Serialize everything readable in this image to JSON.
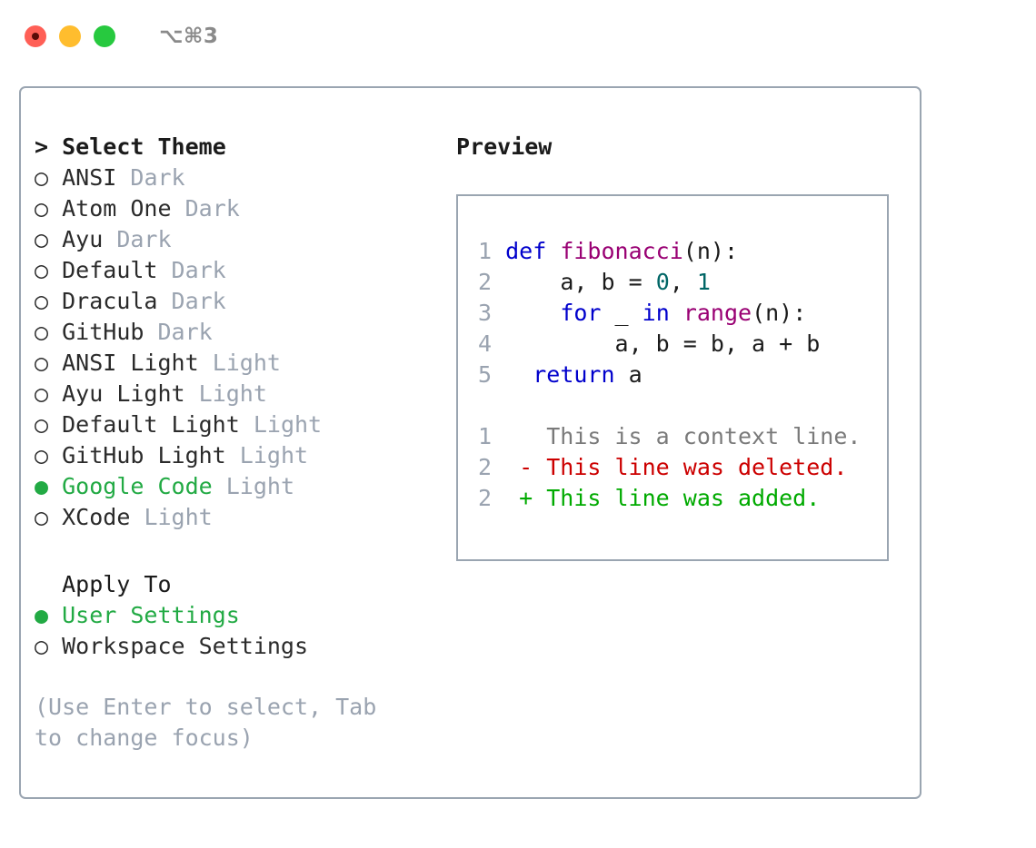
{
  "window": {
    "traffic_lights": [
      {
        "name": "close",
        "color": "#ff5f56"
      },
      {
        "name": "minimize",
        "color": "#ffbd2e"
      },
      {
        "name": "maximize",
        "color": "#27c93f"
      }
    ],
    "shortcut_label": "⌥⌘3"
  },
  "colors": {
    "accent_green": "#22aa44",
    "muted": "#9aa3b0",
    "border": "#9aa5b1",
    "keyword": "#0000cc",
    "function": "#990073",
    "number": "#006666",
    "plain": "#1b1b1b",
    "diff_context": "#7a7a7a",
    "diff_deleted": "#cc0000",
    "diff_added": "#00aa00"
  },
  "theme_picker": {
    "prompt_marker": ">",
    "title": "Select Theme",
    "unselected_marker": "○",
    "selected_marker": "●",
    "items": [
      {
        "name": "ANSI",
        "category": "Dark",
        "selected": false
      },
      {
        "name": "Atom One",
        "category": "Dark",
        "selected": false
      },
      {
        "name": "Ayu",
        "category": "Dark",
        "selected": false
      },
      {
        "name": "Default",
        "category": "Dark",
        "selected": false
      },
      {
        "name": "Dracula",
        "category": "Dark",
        "selected": false
      },
      {
        "name": "GitHub",
        "category": "Dark",
        "selected": false
      },
      {
        "name": "ANSI Light",
        "category": "Light",
        "selected": false
      },
      {
        "name": "Ayu Light",
        "category": "Light",
        "selected": false
      },
      {
        "name": "Default Light",
        "category": "Light",
        "selected": false
      },
      {
        "name": "GitHub Light",
        "category": "Light",
        "selected": false
      },
      {
        "name": "Google Code",
        "category": "Light",
        "selected": true
      },
      {
        "name": "XCode",
        "category": "Light",
        "selected": false
      }
    ]
  },
  "apply_to": {
    "title": "Apply To",
    "items": [
      {
        "name": "User Settings",
        "selected": true
      },
      {
        "name": "Workspace Settings",
        "selected": false
      }
    ]
  },
  "hint": "(Use Enter to select, Tab to change focus)",
  "preview": {
    "title": "Preview",
    "code_lines": [
      {
        "number": "1",
        "tokens": [
          {
            "t": "def ",
            "c": "kw"
          },
          {
            "t": "fibonacci",
            "c": "fn"
          },
          {
            "t": "(n):",
            "c": "pl"
          }
        ]
      },
      {
        "number": "2",
        "tokens": [
          {
            "t": "    a, b = ",
            "c": "pl"
          },
          {
            "t": "0",
            "c": "num"
          },
          {
            "t": ", ",
            "c": "pl"
          },
          {
            "t": "1",
            "c": "num"
          }
        ]
      },
      {
        "number": "3",
        "tokens": [
          {
            "t": "    ",
            "c": "pl"
          },
          {
            "t": "for",
            "c": "kw"
          },
          {
            "t": " _ ",
            "c": "pl"
          },
          {
            "t": "in",
            "c": "kw"
          },
          {
            "t": " ",
            "c": "pl"
          },
          {
            "t": "range",
            "c": "fn"
          },
          {
            "t": "(n):",
            "c": "pl"
          }
        ]
      },
      {
        "number": "4",
        "tokens": [
          {
            "t": "        a, b = b, a + b",
            "c": "pl"
          }
        ]
      },
      {
        "number": "5",
        "tokens": [
          {
            "t": "  ",
            "c": "pl"
          },
          {
            "t": "return",
            "c": "kw"
          },
          {
            "t": " a",
            "c": "pl"
          }
        ]
      }
    ],
    "diff_lines": [
      {
        "number": "1",
        "marker": " ",
        "text": "This is a context line.",
        "kind": "diff-ctx"
      },
      {
        "number": "2",
        "marker": "-",
        "text": "This line was deleted.",
        "kind": "diff-del"
      },
      {
        "number": "2",
        "marker": "+",
        "text": "This line was added.",
        "kind": "diff-add"
      }
    ]
  }
}
